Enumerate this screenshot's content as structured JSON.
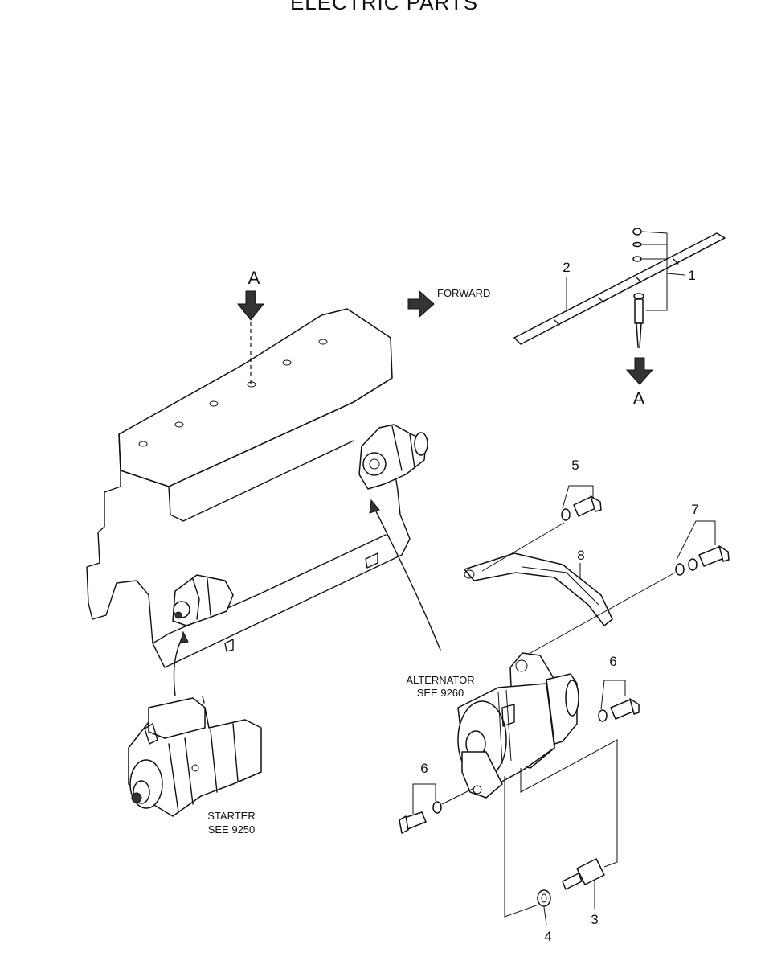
{
  "title": "ELECTRIC PARTS",
  "view_labels": {
    "top": "A",
    "bottom": "A"
  },
  "direction_label": "FORWARD",
  "callouts": {
    "c1": "1",
    "c2": "2",
    "c3": "3",
    "c4": "4",
    "c5": "5",
    "c6a": "6",
    "c6b": "6",
    "c7": "7",
    "c8": "8"
  },
  "notes": {
    "alternator_line1": "ALTERNATOR",
    "alternator_line2": "SEE 9260",
    "starter_line1": "STARTER",
    "starter_line2": "SEE 9250"
  }
}
